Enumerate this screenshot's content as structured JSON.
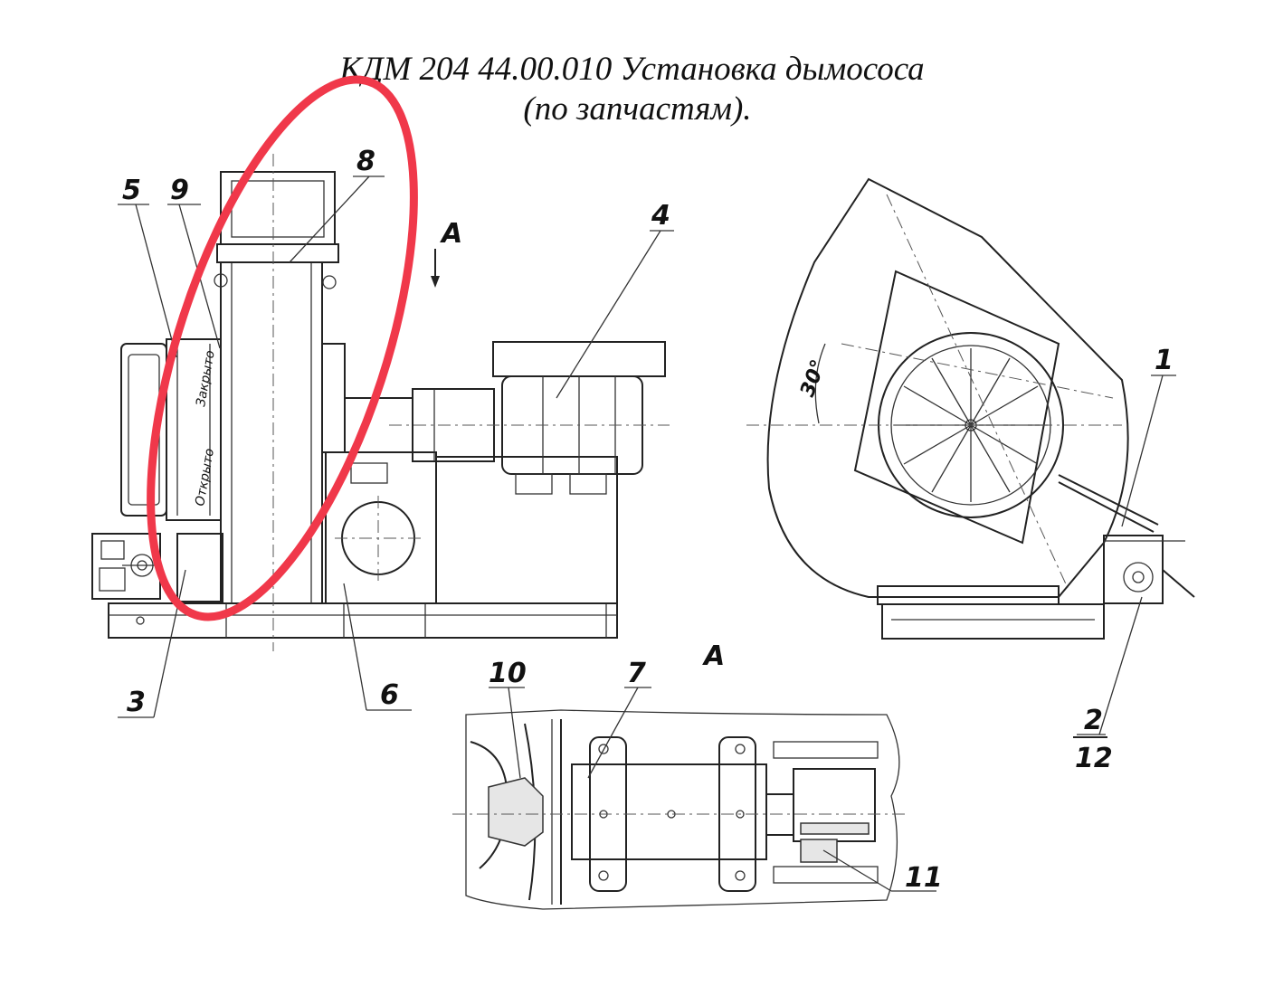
{
  "title": {
    "line1": "КДМ 204 44.00.010 Установка дымососа",
    "line2": "(по запчастям)."
  },
  "view_labels": {
    "arrow_a": "A",
    "section_a": "A"
  },
  "callouts": {
    "c1": "1",
    "c2": "2",
    "c3": "3",
    "c4": "4",
    "c5": "5",
    "c6": "6",
    "c7": "7",
    "c8": "8",
    "c9": "9",
    "c10": "10",
    "c11": "11",
    "c12": "12"
  },
  "angle_label": "30°",
  "handwritten": {
    "open": "Открыто",
    "closed": "Закрыто"
  },
  "highlight_color": "#f0384a"
}
